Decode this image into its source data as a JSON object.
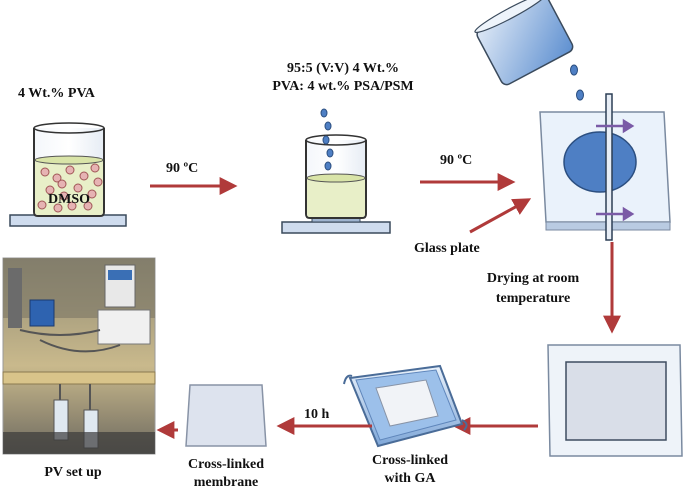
{
  "labels": {
    "pva": "4 Wt.% PVA",
    "dmso": "DMSO",
    "ratio_line1": "95:5 (V:V) 4 Wt.%",
    "ratio_line2": "PVA: 4 wt.% PSA/PSM",
    "temp_1": "90 ºC",
    "temp_2": "90 ºC",
    "glass_plate": "Glass plate",
    "drying_line1": "Drying at room",
    "drying_line2": "temperature",
    "time": "10 h",
    "crosslinked_ga_line1": "Cross-linked",
    "crosslinked_ga_line2": "with GA",
    "crosslinked_membrane_line1": "Cross-linked",
    "crosslinked_membrane_line2": "membrane",
    "pv_setup": "PV set up"
  },
  "colors": {
    "arrow": "#b03a3a",
    "solution": "#e8efc8",
    "film_blue": "#4e7fc4",
    "plate": "#d8e4f2",
    "membrane": "#dde3ee"
  }
}
